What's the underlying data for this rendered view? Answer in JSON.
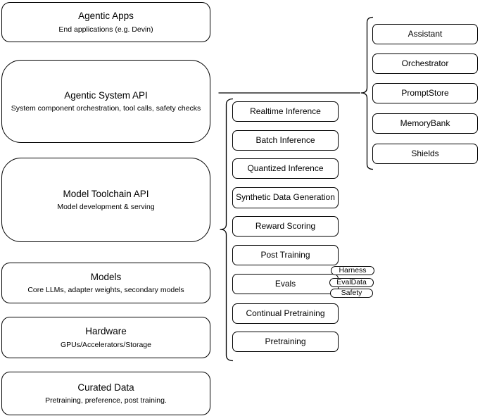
{
  "diagram": {
    "stack": [
      {
        "title": "Agentic Apps",
        "subtitle": "End applications (e.g. Devin)"
      },
      {
        "title": "Agentic System API",
        "subtitle": "System component orchestration, tool calls, safety checks"
      },
      {
        "title": "Model Toolchain API",
        "subtitle": "Model development & serving"
      },
      {
        "title": "Models",
        "subtitle": "Core LLMs, adapter weights, secondary models"
      },
      {
        "title": "Hardware",
        "subtitle": "GPUs/Accelerators/Storage"
      },
      {
        "title": "Curated Data",
        "subtitle": "Pretraining, preference, post training."
      }
    ],
    "toolchain_services": [
      {
        "label": "Realtime Inference"
      },
      {
        "label": "Batch Inference"
      },
      {
        "label": "Quantized Inference"
      },
      {
        "label": "Synthetic Data Generation"
      },
      {
        "label": "Reward Scoring"
      },
      {
        "label": "Post Training"
      },
      {
        "label": "Evals"
      },
      {
        "label": "Continual Pretraining"
      },
      {
        "label": "Pretraining"
      }
    ],
    "eval_tags": [
      {
        "label": "Harness"
      },
      {
        "label": "EvalData"
      },
      {
        "label": "Safety"
      }
    ],
    "system_components": [
      {
        "label": "Assistant"
      },
      {
        "label": "Orchestrator"
      },
      {
        "label": "PromptStore"
      },
      {
        "label": "MemoryBank"
      },
      {
        "label": "Shields"
      }
    ],
    "colors": {
      "stroke": "#000000",
      "fill": "#ffffff",
      "text": "#000000"
    }
  }
}
